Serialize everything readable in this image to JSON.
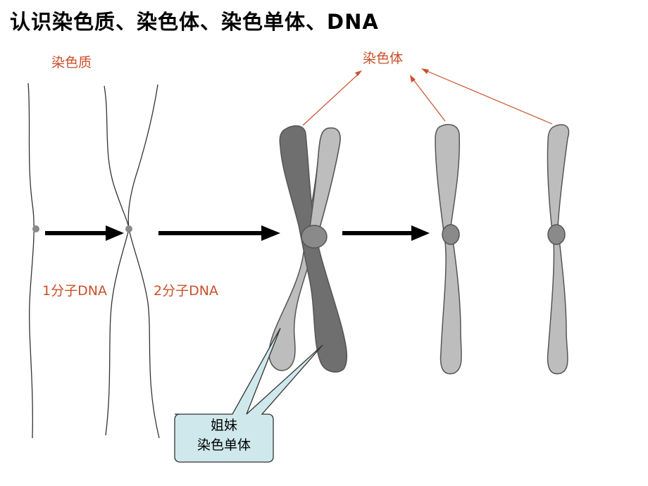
{
  "title": "认识染色质、染色体、染色单体、DNA",
  "labels": {
    "chromatin": "染色质",
    "chromosome": "染色体",
    "dna_one": "1分子DNA",
    "dna_two": "2分子DNA"
  },
  "callout": {
    "line1": "姐妹",
    "line2": "染色单体"
  },
  "colors": {
    "label_red": "#c8502a",
    "dark_chromatid": "#6f6f6f",
    "light_chromatid": "#bdbdbd",
    "centromere": "#8a8a8a",
    "callout_fill": "#cfe8ec"
  }
}
